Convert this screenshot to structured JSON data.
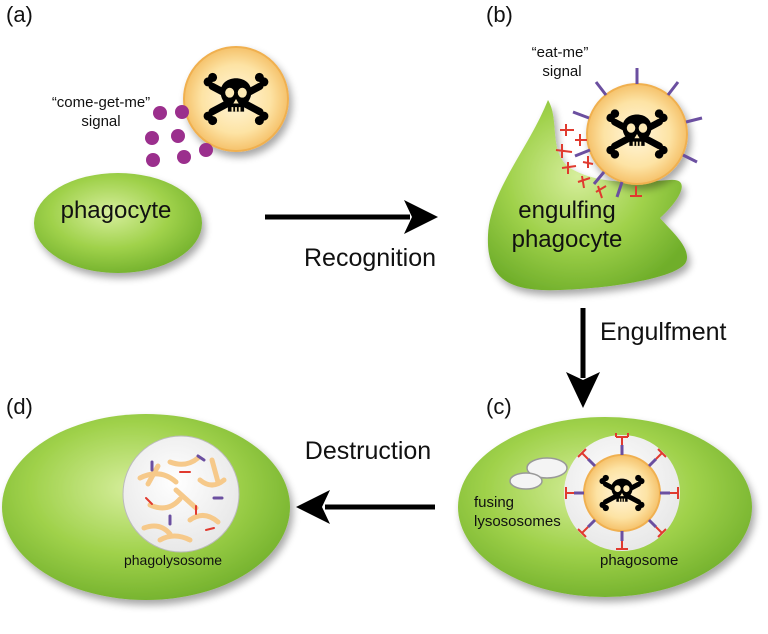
{
  "panels": {
    "a": {
      "label": "(a)",
      "signal_label_line1": "“come-get-me”",
      "signal_label_line2": "signal",
      "cell_label": "phagocyte"
    },
    "b": {
      "label": "(b)",
      "signal_label_line1": "“eat-me”",
      "signal_label_line2": "signal",
      "cell_label_line1": "engulfing",
      "cell_label_line2": "phagocyte"
    },
    "c": {
      "label": "(c)",
      "lysosome_label_line1": "fusing",
      "lysosome_label_line2": "lysososomes",
      "phagosome_label": "phagosome"
    },
    "d": {
      "label": "(d)",
      "phagolysosome_label": "phagolysosome"
    }
  },
  "steps": {
    "recognition": "Recognition",
    "engulfment": "Engulfment",
    "destruction": "Destruction"
  },
  "colors": {
    "cell_green": "#8cc63f",
    "cell_green_light": "#c8e68a",
    "target_orange": "#f7c36a",
    "target_cream": "#fdf0c8",
    "signal_purple": "#9b2f8d",
    "receptor_red": "#e03a2f",
    "ligand_purple": "#6b4fa0",
    "arrow": "#000000"
  },
  "icons": {
    "target": "skull-crossbones-icon"
  }
}
